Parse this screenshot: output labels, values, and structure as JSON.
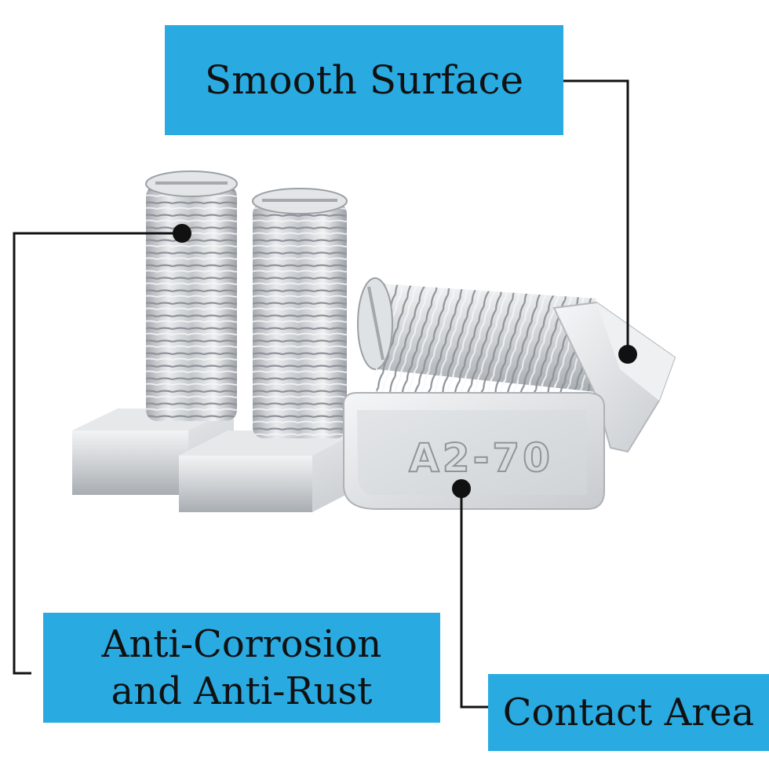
{
  "callouts": {
    "smooth_surface": "Smooth Surface",
    "anti_corrosion_line1": "Anti-Corrosion",
    "anti_corrosion_line2": "and Anti-Rust",
    "contact_area": "Contact Area"
  },
  "engraving": "A2-70",
  "colors": {
    "label_background": "#29abe2",
    "leader_line": "#111111",
    "metal": "#c9ccd0"
  }
}
